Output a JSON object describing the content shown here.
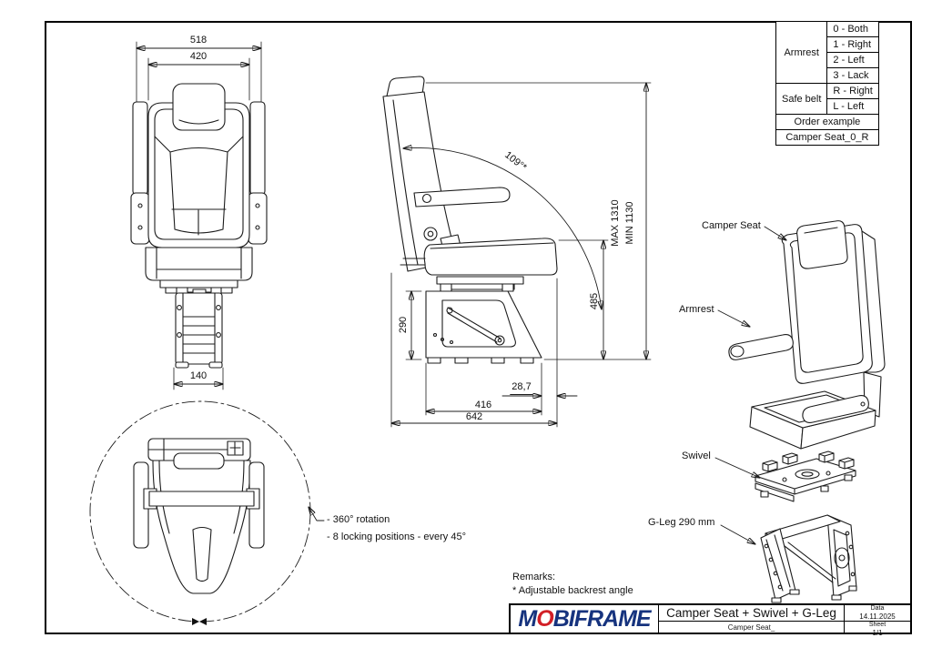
{
  "order_table": {
    "armrest_label": "Armrest",
    "armrest_options": [
      "0 - Both",
      "1 - Right",
      "2 - Left",
      "3 - Lack"
    ],
    "safe_belt_label": "Safe belt",
    "safe_belt_options": [
      "R - Right",
      "L - Left"
    ],
    "order_example_label": "Order example",
    "order_example_value": "Camper Seat_0_R"
  },
  "dims": {
    "w518": "518",
    "w420": "420",
    "w140": "140",
    "h290": "290",
    "h485": "485",
    "hmax": "MAX 1310",
    "hmin": "MIN 1130",
    "d287": "28,7",
    "d416": "416",
    "d642": "642",
    "angle": "109°*"
  },
  "callouts": {
    "camper_seat": "Camper Seat",
    "armrest": "Armrest",
    "swivel": "Swivel",
    "g_leg": "G-Leg 290 mm"
  },
  "rotation": {
    "line1": "- 360° rotation",
    "line2": "- 8 locking positions - every 45°"
  },
  "remarks": {
    "heading": "Remarks:",
    "item1": "* Adjustable backrest angle"
  },
  "title_block": {
    "logo_part1": "M",
    "logo_part2": "O",
    "logo_part3": "BIFRAME",
    "title": "Camper Seat + Swivel + G-Leg",
    "subtitle": "Camper Seat_",
    "date_label": "Data",
    "date_value": "14.11.2025",
    "sheet_label": "Sheet",
    "sheet_value": "1/1"
  },
  "colors": {
    "logo_blue": "#16337e",
    "logo_red": "#d21f26",
    "line": "#1c1c1c"
  }
}
